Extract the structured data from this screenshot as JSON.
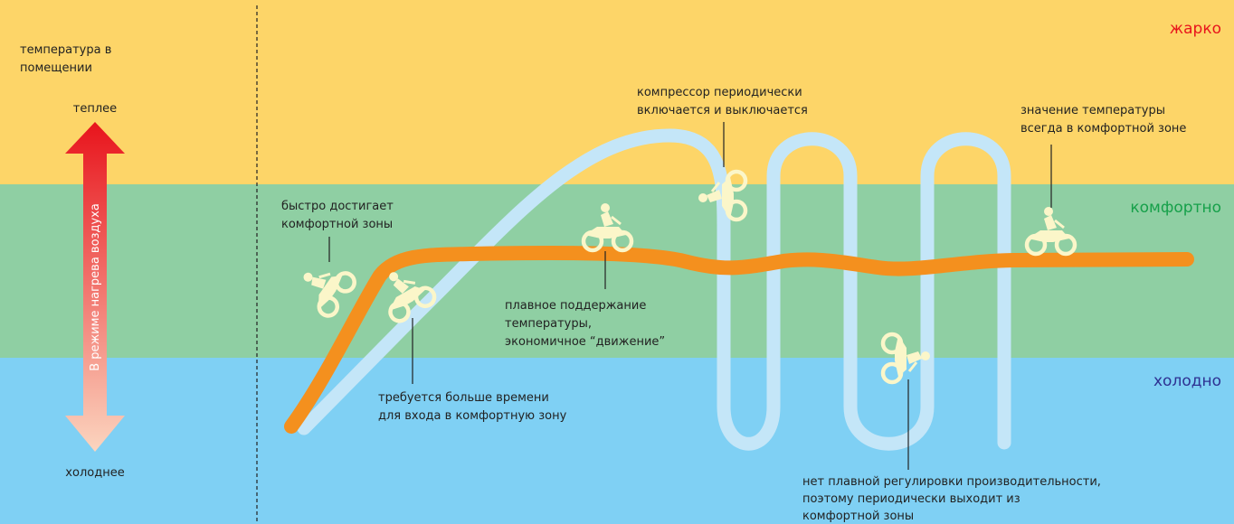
{
  "colors": {
    "hot_zone": "#fdd568",
    "comfort_zone": "#8fcfa3",
    "cold_zone": "#7fd0f4",
    "hot_label": "#e8141c",
    "comfort_label": "#16a04a",
    "cold_label": "#2e3192",
    "inverter_curve": "#f4901e",
    "onoff_curve": "#c4e6f8",
    "rider": "#fbf6c9",
    "arrow_top": "#e8141c",
    "arrow_bottom": "#fbd5bf"
  },
  "zones": {
    "hot": "жарко",
    "comfort": "комфортно",
    "cold": "холодно"
  },
  "axis": {
    "title_line1": "температура в",
    "title_line2": "помещении",
    "warmer": "теплее",
    "colder": "холоднее",
    "arrow_label": "В режиме нагрева воздуха"
  },
  "annotations": {
    "fast_reach": [
      "быстро достигает",
      "комфортной зоны"
    ],
    "slow_reach": [
      "требуется больше времени",
      "для входа в комфортную зону"
    ],
    "smooth": [
      "плавное поддержание",
      "температуры,",
      "экономичное “движение”"
    ],
    "compressor": [
      "компрессор периодически",
      "включается и выключается"
    ],
    "always_comfort": [
      "значение температуры",
      "всегда в комфортной зоне"
    ],
    "no_smooth": [
      "нет плавной регулировки производительности,",
      "поэтому периодически выходит из",
      "комфортной зоны"
    ]
  },
  "icons": [
    "motorcycle-rider-icon"
  ]
}
